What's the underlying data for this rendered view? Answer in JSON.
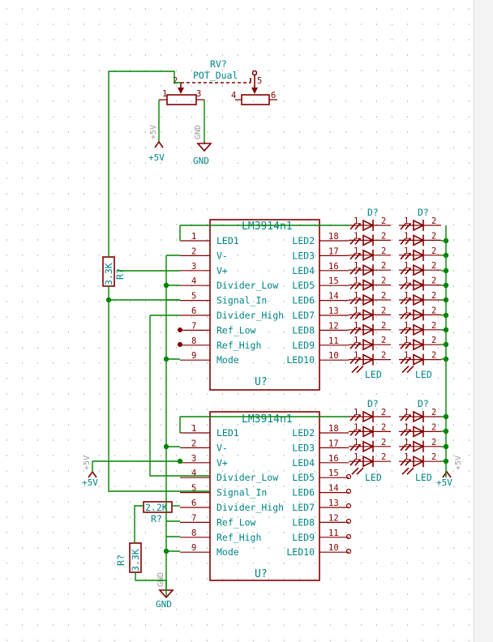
{
  "colors": {
    "wire": "#008400",
    "part": "#840000",
    "text": "#008484",
    "grid": "#a0a0a0",
    "background": "#ffffff"
  },
  "pot": {
    "ref": "RV?",
    "value": "POT_Dual",
    "pins": [
      "1",
      "2",
      "3",
      "4",
      "5",
      "6"
    ]
  },
  "power": {
    "vcc_label": "+5V",
    "gnd_label": "GND"
  },
  "ic_top": {
    "name": "LM3914n1",
    "ref": "U?",
    "left_pins": [
      {
        "num": "1",
        "name": "LED1"
      },
      {
        "num": "2",
        "name": "V-"
      },
      {
        "num": "3",
        "name": "V+"
      },
      {
        "num": "4",
        "name": "Divider_Low"
      },
      {
        "num": "5",
        "name": "Signal_In"
      },
      {
        "num": "6",
        "name": "Divider_High"
      },
      {
        "num": "7",
        "name": "Ref_Low"
      },
      {
        "num": "8",
        "name": "Ref_High"
      },
      {
        "num": "9",
        "name": "Mode"
      }
    ],
    "right_pins": [
      {
        "num": "18",
        "name": "LED2"
      },
      {
        "num": "17",
        "name": "LED3"
      },
      {
        "num": "16",
        "name": "LED4"
      },
      {
        "num": "15",
        "name": "LED5"
      },
      {
        "num": "14",
        "name": "LED6"
      },
      {
        "num": "13",
        "name": "LED7"
      },
      {
        "num": "12",
        "name": "LED8"
      },
      {
        "num": "11",
        "name": "LED9"
      },
      {
        "num": "10",
        "name": "LED10"
      }
    ]
  },
  "ic_bottom": {
    "name": "LM3914n1",
    "ref": "U?",
    "left_pins": [
      {
        "num": "1",
        "name": "LED1"
      },
      {
        "num": "2",
        "name": "V-"
      },
      {
        "num": "3",
        "name": "V+"
      },
      {
        "num": "4",
        "name": "Divider_Low"
      },
      {
        "num": "5",
        "name": "Signal_In"
      },
      {
        "num": "6",
        "name": "Divider_High"
      },
      {
        "num": "7",
        "name": "Ref_Low"
      },
      {
        "num": "8",
        "name": "Ref_High"
      },
      {
        "num": "9",
        "name": "Mode"
      }
    ],
    "right_pins": [
      {
        "num": "18",
        "name": "LED2"
      },
      {
        "num": "17",
        "name": "LED3"
      },
      {
        "num": "16",
        "name": "LED4"
      },
      {
        "num": "15",
        "name": "LED5"
      },
      {
        "num": "14",
        "name": "LED6"
      },
      {
        "num": "13",
        "name": "LED7"
      },
      {
        "num": "12",
        "name": "LED8"
      },
      {
        "num": "11",
        "name": "LED9"
      },
      {
        "num": "10",
        "name": "LED10"
      }
    ]
  },
  "resistors": {
    "r_top": {
      "ref": "R?",
      "value": "3.3K"
    },
    "r_mid": {
      "ref": "R?",
      "value": "2.2K"
    },
    "r_bot": {
      "ref": "R?",
      "value": "3.3K"
    }
  },
  "led_arrays": {
    "ref": "D?",
    "value": "LED",
    "pin_a": "1",
    "pin_b": "2"
  }
}
